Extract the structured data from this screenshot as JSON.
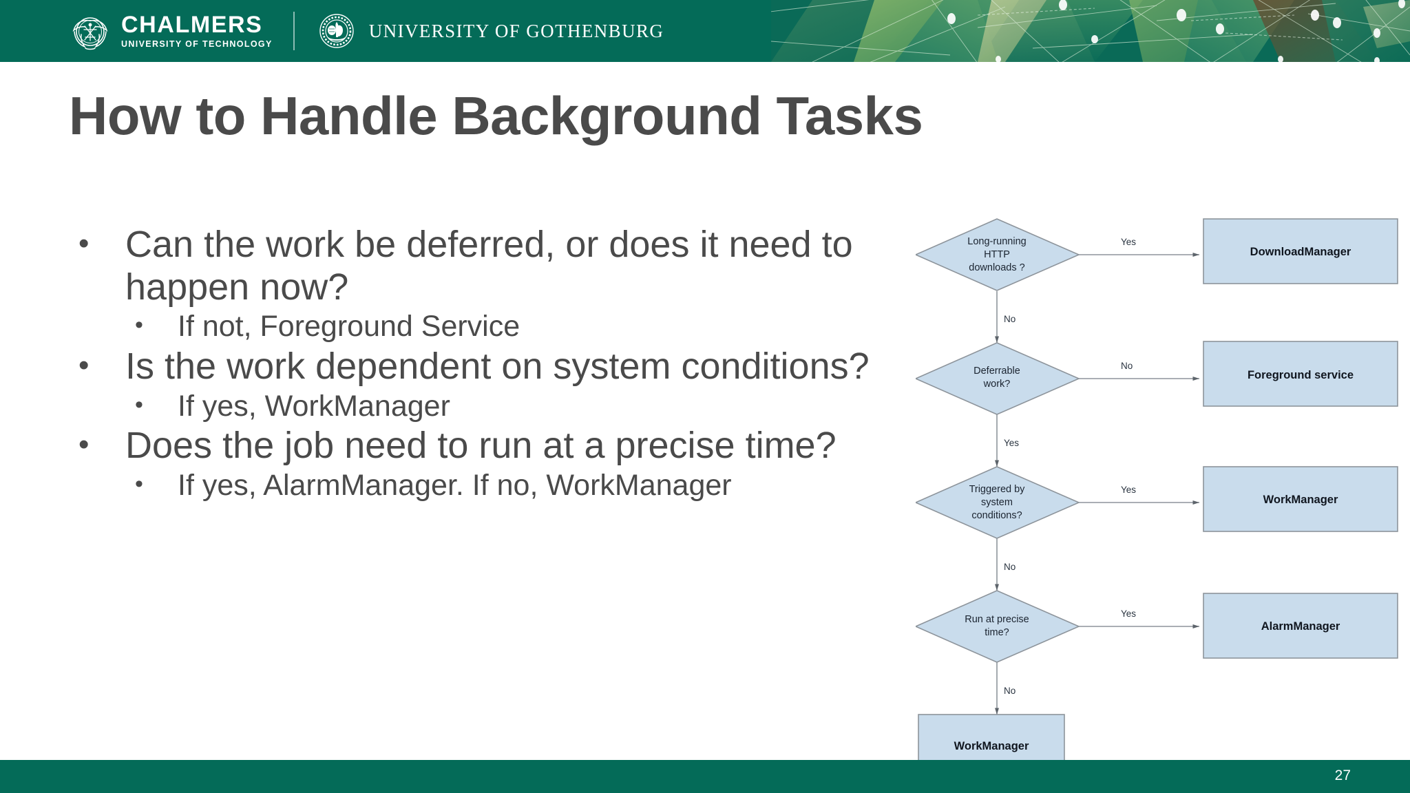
{
  "header": {
    "bg_color": "#046b58",
    "chalmers_logo": {
      "seal_name": "chalmers-seal",
      "main": "CHALMERS",
      "sub": "UNIVERSITY OF TECHNOLOGY"
    },
    "gothenburg_logo": {
      "seal_name": "gothenburg-seal",
      "name": "UNIVERSITY OF GOTHENBURG"
    }
  },
  "title": "How to Handle Background Tasks",
  "title_color": "#4a4a4a",
  "bullets": [
    {
      "level": 1,
      "marker": "•",
      "text": "Can the work be deferred, or does it need to happen now?"
    },
    {
      "level": 2,
      "marker": "•",
      "text": "If not, Foreground Service"
    },
    {
      "level": 1,
      "marker": "•",
      "text": "Is the work dependent on system conditions?"
    },
    {
      "level": 2,
      "marker": "•",
      "text": "If yes, WorkManager"
    },
    {
      "level": 1,
      "marker": "•",
      "text": "Does the job need to run at a precise time?"
    },
    {
      "level": 2,
      "marker": "•",
      "text": "If yes, AlarmManager. If no, WorkManager"
    }
  ],
  "flowchart": {
    "type": "diagram",
    "fill_color": "#c9dcec",
    "stroke_color": "#9aa3ab",
    "text_color": "#1b2430",
    "decisions": [
      {
        "id": "d1",
        "label": "Long-running\nHTTP\ndownloads ?"
      },
      {
        "id": "d2",
        "label": "Deferrable\nwork?"
      },
      {
        "id": "d3",
        "label": "Triggered by\nsystem\nconditions?"
      },
      {
        "id": "d4",
        "label": "Run at precise\ntime?"
      }
    ],
    "decision_lines": {
      "d1": [
        "Long-running",
        "HTTP",
        "downloads ?"
      ],
      "d2": [
        "Deferrable",
        "work?"
      ],
      "d3": [
        "Triggered by",
        "system",
        "conditions?"
      ],
      "d4": [
        "Run at precise",
        "time?"
      ]
    },
    "terminals": [
      {
        "id": "t1",
        "label": "DownloadManager"
      },
      {
        "id": "t2",
        "label": "Foreground service"
      },
      {
        "id": "t3",
        "label": "WorkManager"
      },
      {
        "id": "t4",
        "label": "AlarmManager"
      },
      {
        "id": "t5",
        "label": "WorkManager"
      }
    ],
    "edges": [
      {
        "from": "d1",
        "to": "t1",
        "label": "Yes"
      },
      {
        "from": "d1",
        "to": "d2",
        "label": "No"
      },
      {
        "from": "d2",
        "to": "t2",
        "label": "No"
      },
      {
        "from": "d2",
        "to": "d3",
        "label": "Yes"
      },
      {
        "from": "d3",
        "to": "t3",
        "label": "Yes"
      },
      {
        "from": "d3",
        "to": "d4",
        "label": "No"
      },
      {
        "from": "d4",
        "to": "t4",
        "label": "Yes"
      },
      {
        "from": "d4",
        "to": "t5",
        "label": "No"
      }
    ]
  },
  "footer": {
    "bg_color": "#046b58",
    "page_number": "27"
  }
}
